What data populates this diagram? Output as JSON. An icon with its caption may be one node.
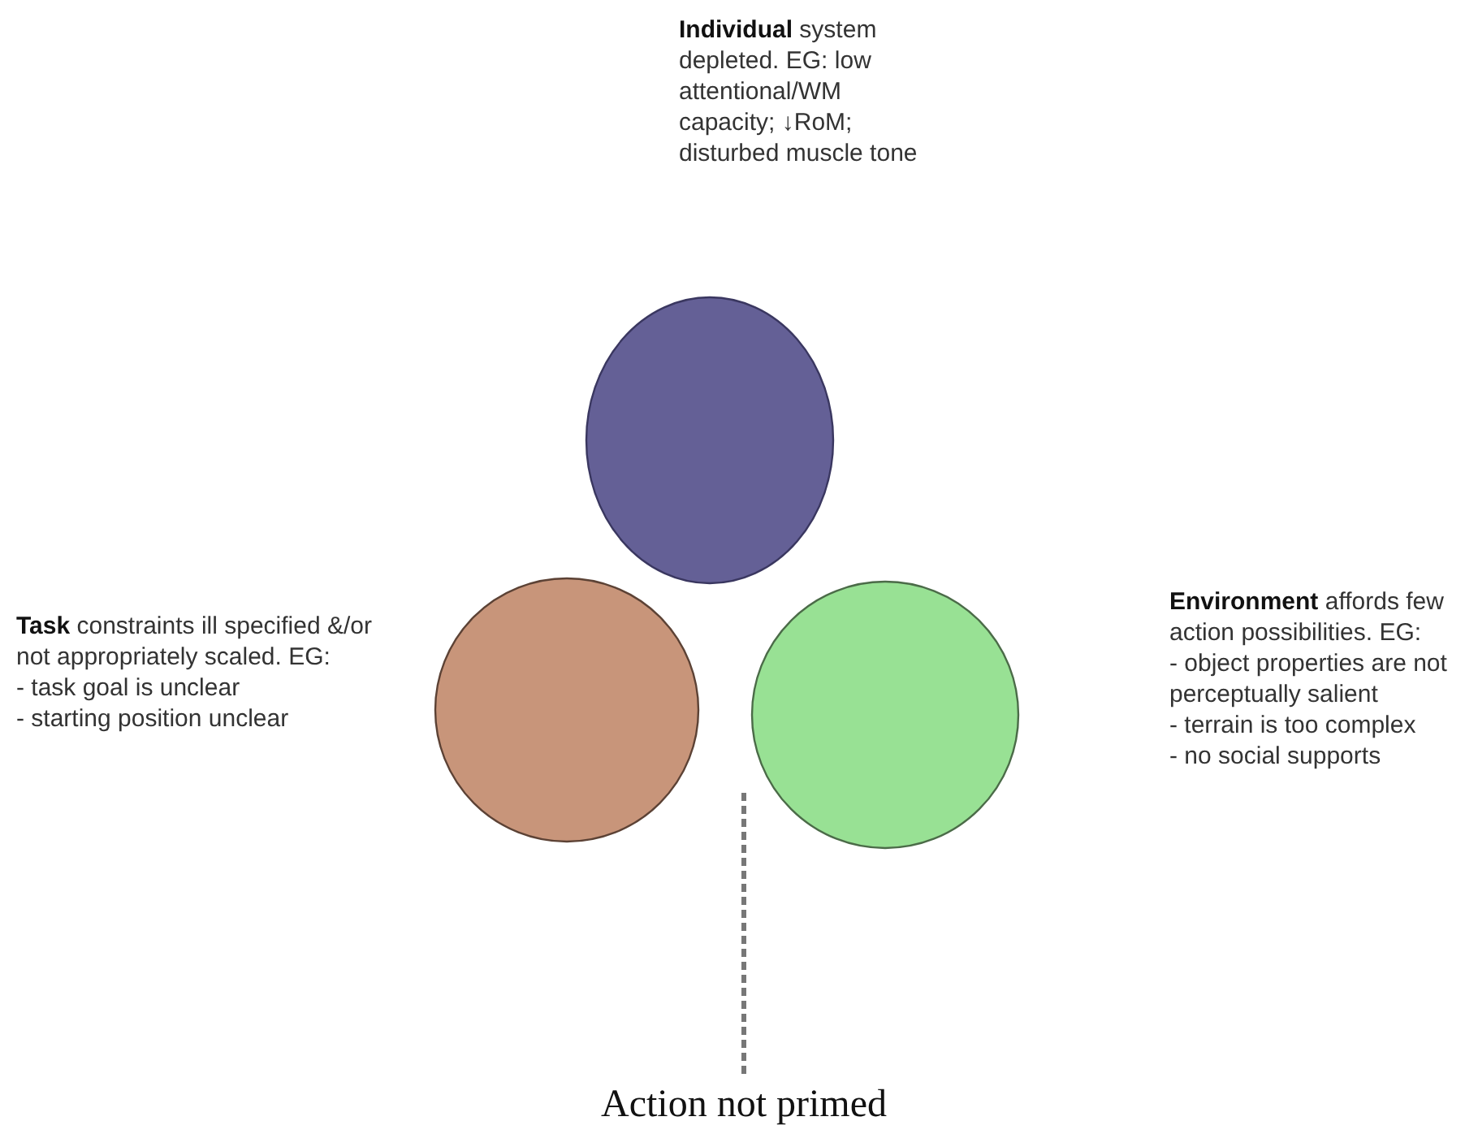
{
  "diagram": {
    "nodes": [
      {
        "text": [],
        "shape": "circle"
      },
      {
        "text": [],
        "shape": "circle"
      },
      {
        "text": [],
        "shape": "circle"
      },
      {
        "text": [
          "Action not primed"
        ]
      }
    ],
    "edges": [
      {
        "from": null,
        "to": 3,
        "arrow": "none",
        "style": "dashed"
      }
    ],
    "labels": [
      "**Individual** system depleted.  EG: low attentional/WM capacity; ↓RoM; disturbed muscle tone",
      "**Task** constraints ill specified &/or not appropriately scaled.  EG:",
      "- task goal is unclear",
      "- starting position unclear",
      "**Environment** affords few action possibilities.  EG:",
      "- object properties are not perceptually salient",
      "- terrain is too complex",
      "- no social supports"
    ]
  }
}
